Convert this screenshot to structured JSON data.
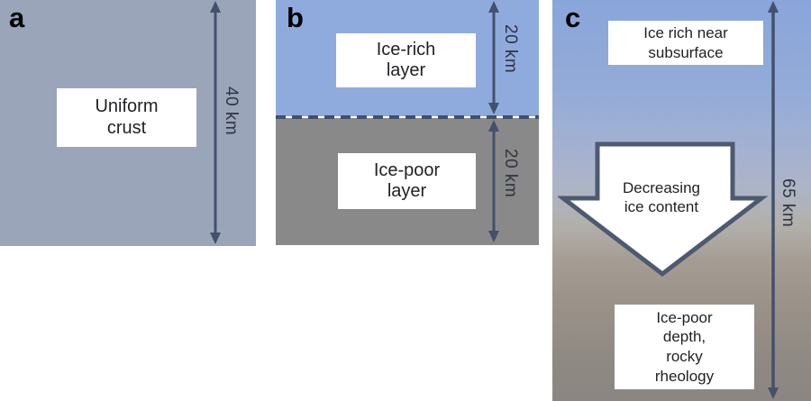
{
  "figure": {
    "panels": {
      "a": {
        "label": "a",
        "box_text": "Uniform\ncrust",
        "depth_label": "40 km"
      },
      "b": {
        "label": "b",
        "ice_rich_text": "Ice-rich\nlayer",
        "ice_poor_text": "Ice-poor\nlayer",
        "upper_depth_label": "20 km",
        "lower_depth_label": "20 km"
      },
      "c": {
        "label": "c",
        "top_box_text": "Ice rich near\nsubsurface",
        "arrow_text": "Decreasing\nice content",
        "bottom_box_text": "Ice-poor\ndepth,\nrocky\nrheology",
        "depth_label": "65 km"
      }
    },
    "colors": {
      "panel_a_bg": "#9aa5ba",
      "ice_rich_blue": "#8fabde",
      "ice_poor_gray": "#898989",
      "dimension_arrow": "#44516c",
      "dashed_boundary": "#40506a",
      "big_arrow_outline": "#4d5a70",
      "big_arrow_fill": "#ffffff",
      "gradient_top": "#89a5da",
      "gradient_bottom": "#8b8682",
      "text": "#1f2023"
    }
  }
}
